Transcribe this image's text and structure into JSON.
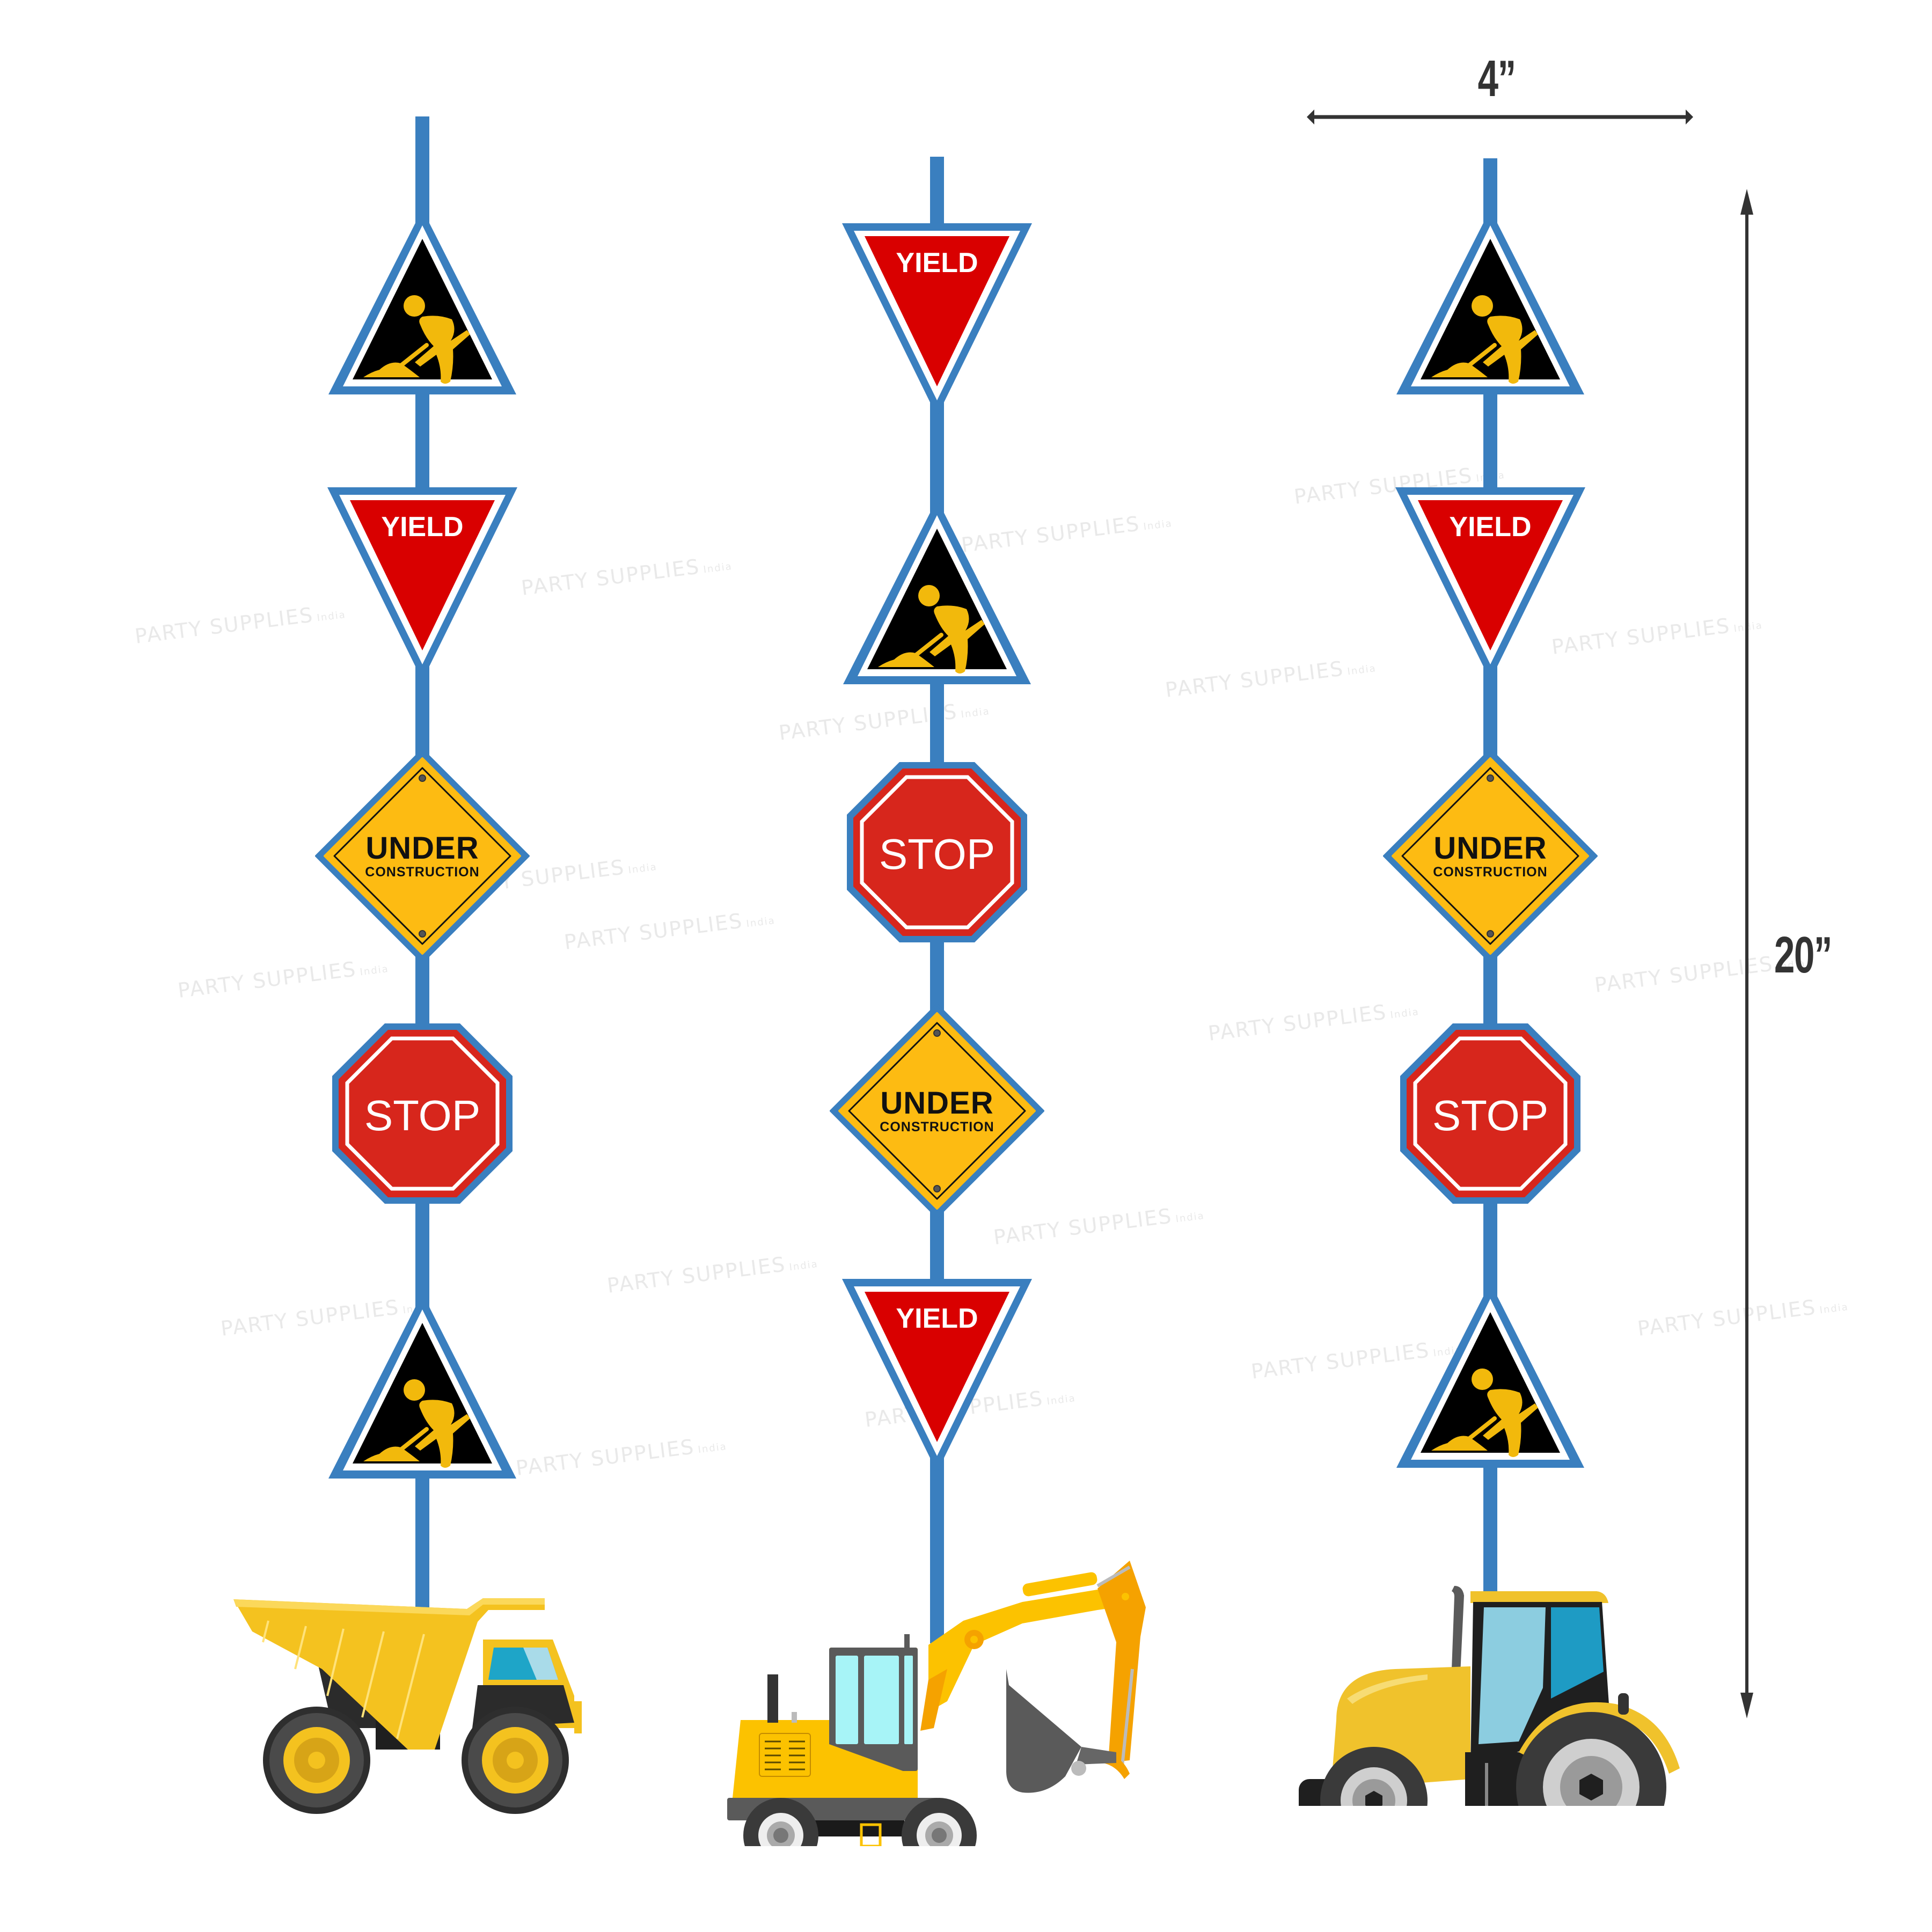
{
  "dimensions": {
    "width_label": "4”",
    "height_label": "20”"
  },
  "watermark": {
    "text": "PARTY SUPPLIES",
    "suffix": "India"
  },
  "colors": {
    "string_blue": "#3a7fbf",
    "sign_red": "#d90000",
    "stop_red": "#d7261c",
    "warning_yellow": "#f2b90c",
    "diamond_yellow": "#fdbb12",
    "black": "#000000",
    "dimension_gray": "#333333"
  },
  "strings": [
    {
      "name": "left",
      "signs": [
        {
          "type": "men-at-work",
          "label": ""
        },
        {
          "type": "yield",
          "label": "YIELD"
        },
        {
          "type": "under-construction",
          "label": "UNDER",
          "sublabel": "CONSTRUCTION"
        },
        {
          "type": "stop",
          "label": "STOP"
        },
        {
          "type": "men-at-work",
          "label": ""
        }
      ],
      "vehicle": "dump-truck"
    },
    {
      "name": "middle",
      "signs": [
        {
          "type": "yield",
          "label": "YIELD"
        },
        {
          "type": "men-at-work",
          "label": ""
        },
        {
          "type": "stop",
          "label": "STOP"
        },
        {
          "type": "under-construction",
          "label": "UNDER",
          "sublabel": "CONSTRUCTION"
        },
        {
          "type": "yield",
          "label": "YIELD"
        }
      ],
      "vehicle": "excavator"
    },
    {
      "name": "right",
      "signs": [
        {
          "type": "men-at-work",
          "label": ""
        },
        {
          "type": "yield",
          "label": "YIELD"
        },
        {
          "type": "under-construction",
          "label": "UNDER",
          "sublabel": "CONSTRUCTION"
        },
        {
          "type": "stop",
          "label": "STOP"
        },
        {
          "type": "men-at-work",
          "label": ""
        }
      ],
      "vehicle": "tractor"
    }
  ]
}
